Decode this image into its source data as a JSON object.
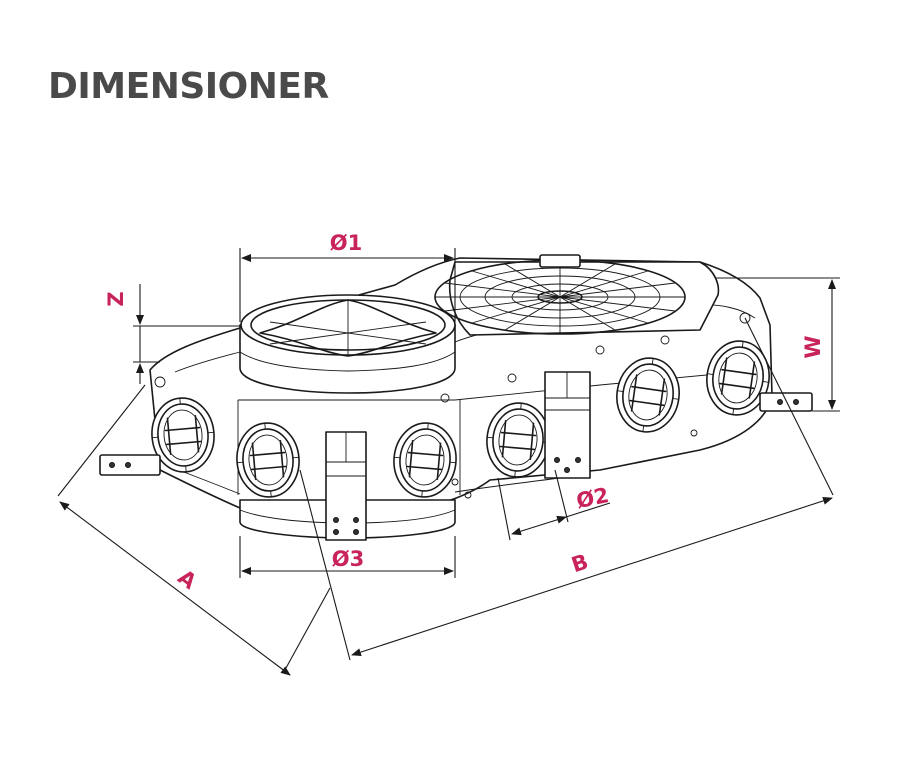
{
  "title": "DIMENSIONER",
  "label_color": "#c8245a",
  "line_color": "#1a1a1a",
  "labels": {
    "d1": "Ø1",
    "d2": "Ø2",
    "d3": "Ø3",
    "a": "A",
    "b": "B",
    "w": "W",
    "z": "Z"
  }
}
